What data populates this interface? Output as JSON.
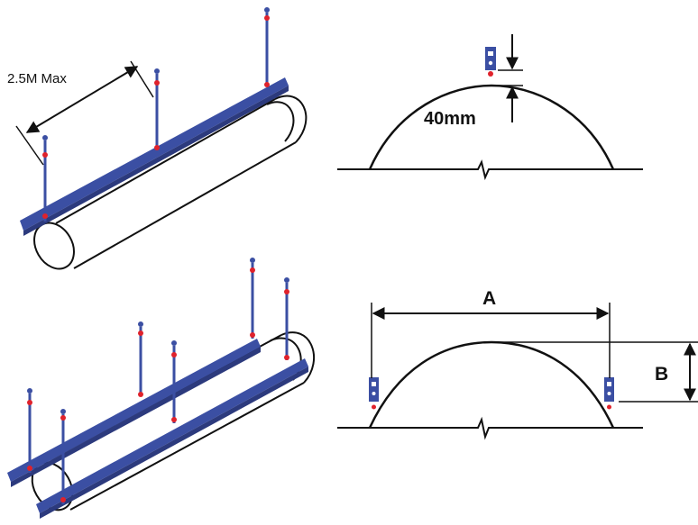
{
  "colors": {
    "line": "#111111",
    "rail": "#3b4fa3",
    "rail_dark": "#2c3a7d",
    "marker": "#e0222b",
    "hanger": "#3b4fa3"
  },
  "labels": {
    "max_spacing": "2.5M Max",
    "clearance": "40mm",
    "dim_a": "A",
    "dim_b": "B"
  }
}
